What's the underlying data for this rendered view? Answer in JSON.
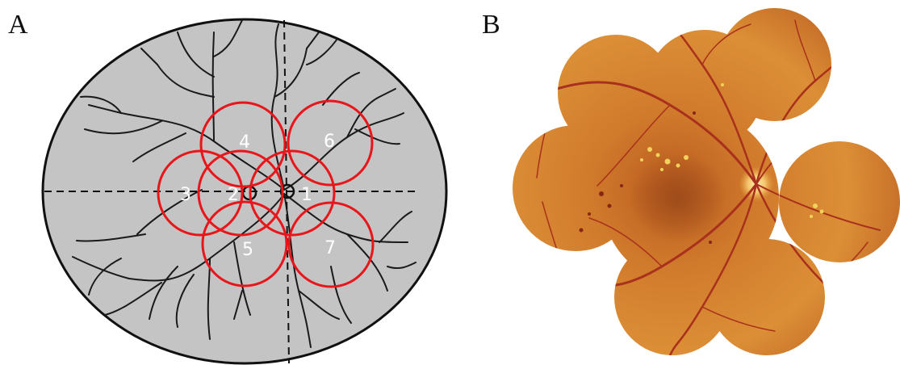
{
  "panels": {
    "a": {
      "letter": "A"
    },
    "b": {
      "letter": "B"
    }
  },
  "fields": [
    "1",
    "2",
    "3",
    "4",
    "5",
    "6",
    "7"
  ],
  "colors": {
    "fundus_fill": "#c4c4c4",
    "fundus_outline": "#111111",
    "vessels": "#1a1a1a",
    "field_circles": "#e8161b",
    "field_labels": "#ffffff",
    "photo_bright": "#e39a3a",
    "photo_mid": "#c9752a",
    "photo_dark": "#a9521e",
    "vessel_red": "#a8301c"
  }
}
